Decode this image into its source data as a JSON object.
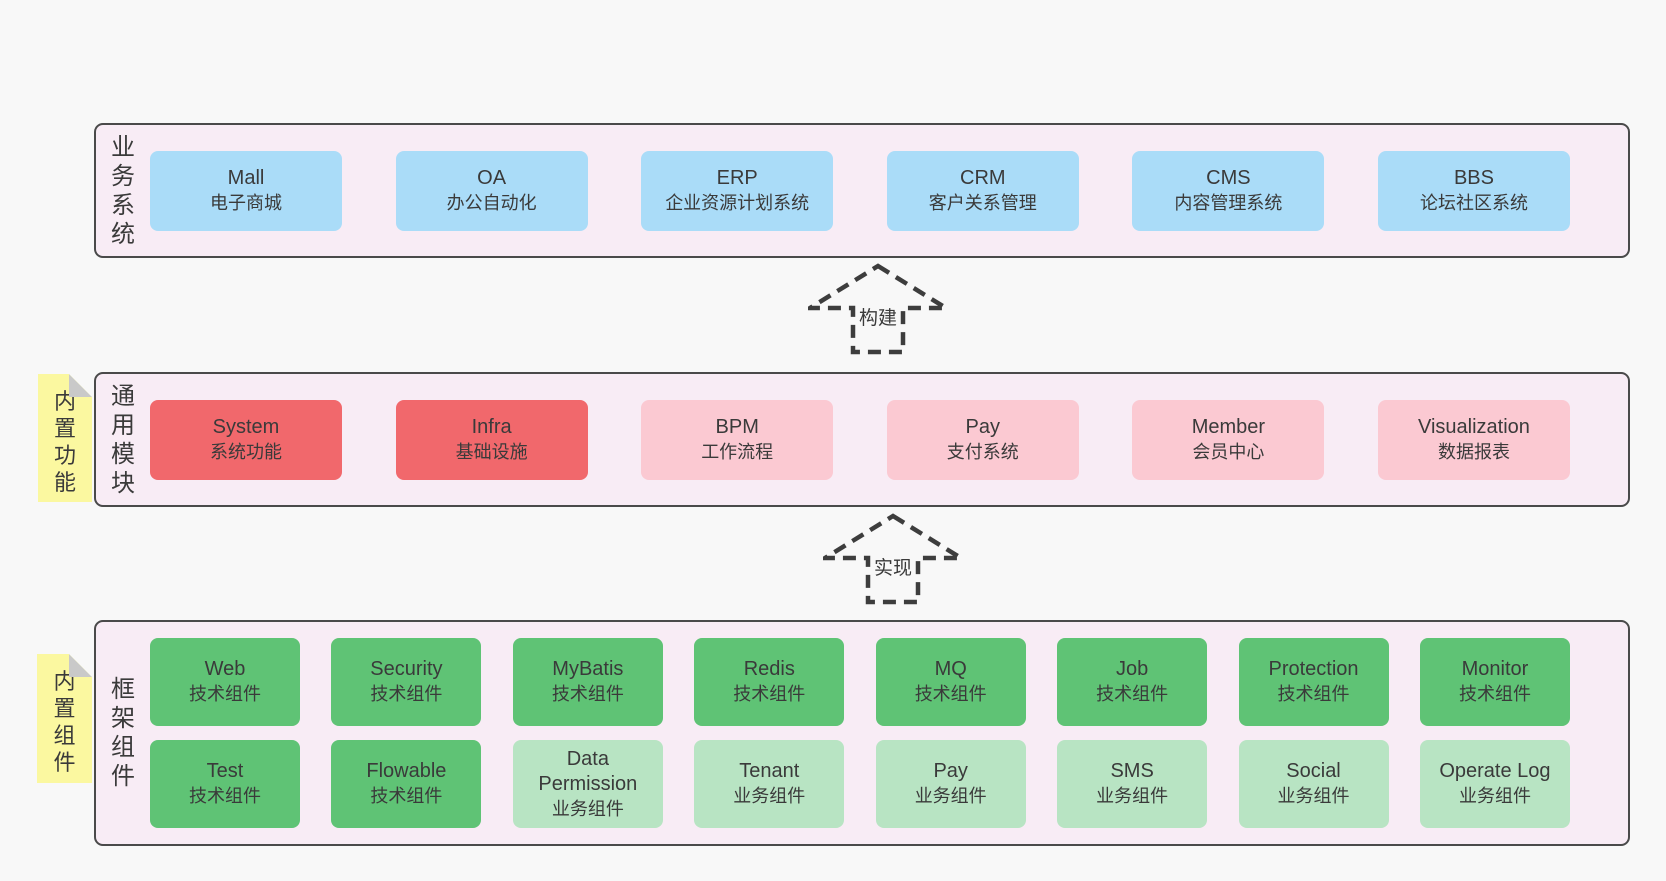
{
  "palette": {
    "page-bg": "#f8f8f8",
    "band-bg": "#f8ecf5",
    "band-border": "#4a4a4a",
    "blue": "#aadcf8",
    "red": "#f1686c",
    "pink": "#fbc9d2",
    "green": "#5fc375",
    "lightgreen": "#b8e4c3",
    "sticky": "#fbf8a0",
    "fold": "#c9c9c9",
    "text": "#3a3a3a",
    "arrow": "#3d3d3d"
  },
  "business": {
    "label": "业务系统",
    "items": [
      {
        "name": "Mall",
        "desc": "电子商城",
        "variant": "blue"
      },
      {
        "name": "OA",
        "desc": "办公自动化",
        "variant": "blue"
      },
      {
        "name": "ERP",
        "desc": "企业资源计划系统",
        "variant": "blue"
      },
      {
        "name": "CRM",
        "desc": "客户关系管理",
        "variant": "blue"
      },
      {
        "name": "CMS",
        "desc": "内容管理系统",
        "variant": "blue"
      },
      {
        "name": "BBS",
        "desc": "论坛社区系统",
        "variant": "blue"
      }
    ]
  },
  "arrow_build": {
    "label": "构建"
  },
  "modules": {
    "label": "通用模块",
    "sticky": "内置功能",
    "items": [
      {
        "name": "System",
        "desc": "系统功能",
        "variant": "red"
      },
      {
        "name": "Infra",
        "desc": "基础设施",
        "variant": "red"
      },
      {
        "name": "BPM",
        "desc": "工作流程",
        "variant": "pink"
      },
      {
        "name": "Pay",
        "desc": "支付系统",
        "variant": "pink"
      },
      {
        "name": "Member",
        "desc": "会员中心",
        "variant": "pink"
      },
      {
        "name": "Visualization",
        "desc": "数据报表",
        "variant": "pink"
      }
    ]
  },
  "arrow_implement": {
    "label": "实现"
  },
  "framework": {
    "label": "框架组件",
    "sticky": "内置组件",
    "row1": [
      {
        "name": "Web",
        "desc": "技术组件",
        "variant": "green"
      },
      {
        "name": "Security",
        "desc": "技术组件",
        "variant": "green"
      },
      {
        "name": "MyBatis",
        "desc": "技术组件",
        "variant": "green"
      },
      {
        "name": "Redis",
        "desc": "技术组件",
        "variant": "green"
      },
      {
        "name": "MQ",
        "desc": "技术组件",
        "variant": "green"
      },
      {
        "name": "Job",
        "desc": "技术组件",
        "variant": "green"
      },
      {
        "name": "Protection",
        "desc": "技术组件",
        "variant": "green"
      },
      {
        "name": "Monitor",
        "desc": "技术组件",
        "variant": "green"
      }
    ],
    "row2": [
      {
        "name": "Test",
        "desc": "技术组件",
        "variant": "green"
      },
      {
        "name": "Flowable",
        "desc": "技术组件",
        "variant": "green"
      },
      {
        "name": "Data Permission",
        "desc": "业务组件",
        "variant": "lightgreen"
      },
      {
        "name": "Tenant",
        "desc": "业务组件",
        "variant": "lightgreen"
      },
      {
        "name": "Pay",
        "desc": "业务组件",
        "variant": "lightgreen"
      },
      {
        "name": "SMS",
        "desc": "业务组件",
        "variant": "lightgreen"
      },
      {
        "name": "Social",
        "desc": "业务组件",
        "variant": "lightgreen"
      },
      {
        "name": "Operate Log",
        "desc": "业务组件",
        "variant": "lightgreen"
      }
    ]
  }
}
